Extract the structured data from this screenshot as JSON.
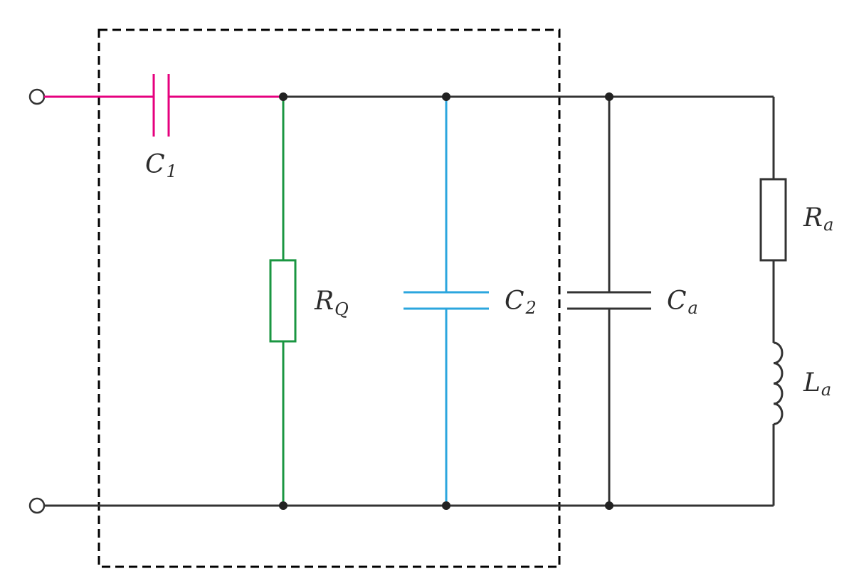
{
  "colors": {
    "wire": "#333333",
    "c1": "#e6007e",
    "rq": "#1a9641",
    "c2": "#2ba6de",
    "box": "#000000"
  },
  "labels": {
    "c1": {
      "main": "C",
      "sub": "1"
    },
    "rq": {
      "main": "R",
      "sub": "Q"
    },
    "c2": {
      "main": "C",
      "sub": "2"
    },
    "ca": {
      "main": "C",
      "sub": "a"
    },
    "ra": {
      "main": "R",
      "sub": "a"
    },
    "la": {
      "main": "L",
      "sub": "a"
    }
  }
}
